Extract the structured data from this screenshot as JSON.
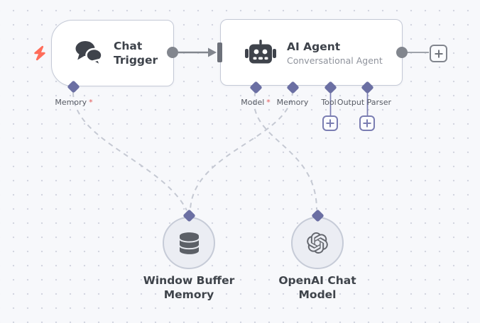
{
  "workflow": {
    "nodes": {
      "chat_trigger": {
        "title_lines": [
          "Chat",
          "Trigger"
        ],
        "icon": "chat-bubbles-icon",
        "trigger_marker_icon": "lightning-bolt-icon",
        "input_below": {
          "label": "Memory",
          "required_mark": "*"
        }
      },
      "ai_agent": {
        "title": "AI Agent",
        "subtitle": "Conversational Agent",
        "icon": "robot-icon",
        "ports_below": [
          {
            "label": "Model",
            "required_mark": "*",
            "has_add_button": false
          },
          {
            "label": "Memory",
            "required_mark": "",
            "has_add_button": false
          },
          {
            "label": "Tool",
            "required_mark": "",
            "has_add_button": true
          },
          {
            "label": "Output Parser",
            "required_mark": "",
            "has_add_button": true
          }
        ]
      },
      "window_buffer_memory": {
        "label_lines": [
          "Window Buffer",
          "Memory"
        ],
        "icon": "database-icon"
      },
      "openai_chat_model": {
        "label_lines": [
          "OpenAI Chat",
          "Model"
        ],
        "icon": "openai-icon"
      }
    },
    "connections": [
      {
        "from": "chat_trigger",
        "to": "ai_agent",
        "style": "solid-arrow"
      },
      {
        "from": "chat_trigger:Memory",
        "to": "window_buffer_memory",
        "style": "dashed"
      },
      {
        "from": "ai_agent:Memory",
        "to": "window_buffer_memory",
        "style": "dashed"
      },
      {
        "from": "ai_agent:Model",
        "to": "openai_chat_model",
        "style": "dashed"
      }
    ],
    "colors": {
      "canvas_bg": "#f7f8fb",
      "dot": "#d3d6e0",
      "node_border": "#c4c9d6",
      "node_bg": "#ffffff",
      "port_diamond": "#6b6fa3",
      "edge_gray": "#82868e",
      "edge_dashed": "#c5c9d3",
      "add_button_purple": "#7a7db2",
      "required_red": "#e25757",
      "trigger_bolt": "#ff6d5a",
      "title_text": "#3d424a",
      "subtitle_text": "#8f939c",
      "port_label_text": "#565a63",
      "circle_node_bg": "#ebedf3",
      "icon_dark": "#3f434b"
    }
  }
}
